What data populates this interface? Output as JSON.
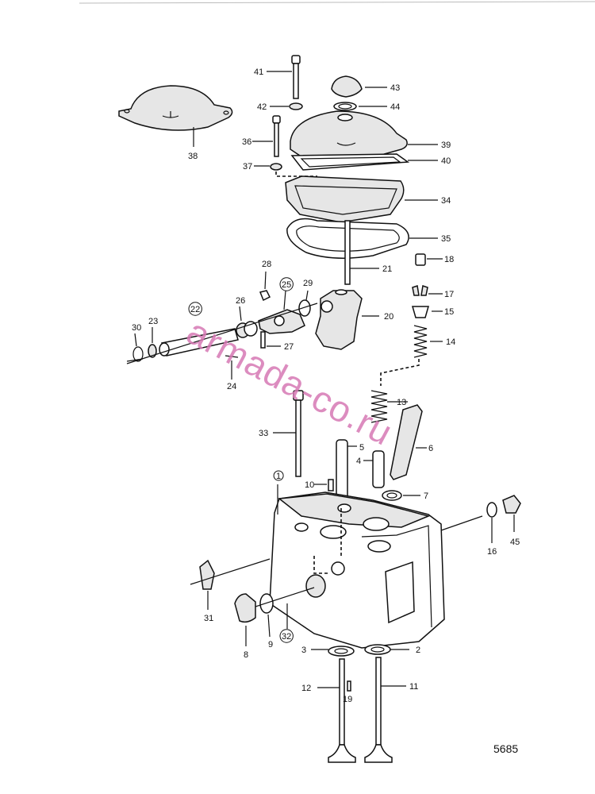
{
  "diagram": {
    "watermark": "armada-co.ru",
    "figure_number": "5685",
    "part_labels": [
      "1",
      "2",
      "3",
      "4",
      "5",
      "6",
      "7",
      "8",
      "9",
      "10",
      "11",
      "12",
      "13",
      "14",
      "15",
      "16",
      "17",
      "18",
      "19",
      "20",
      "21",
      "22",
      "23",
      "24",
      "25",
      "26",
      "27",
      "28",
      "29",
      "30",
      "31",
      "32",
      "33",
      "34",
      "35",
      "36",
      "37",
      "38",
      "39",
      "40",
      "41",
      "42",
      "43",
      "44",
      "45"
    ],
    "circled_labels": [
      "1",
      "22",
      "25",
      "32"
    ]
  }
}
